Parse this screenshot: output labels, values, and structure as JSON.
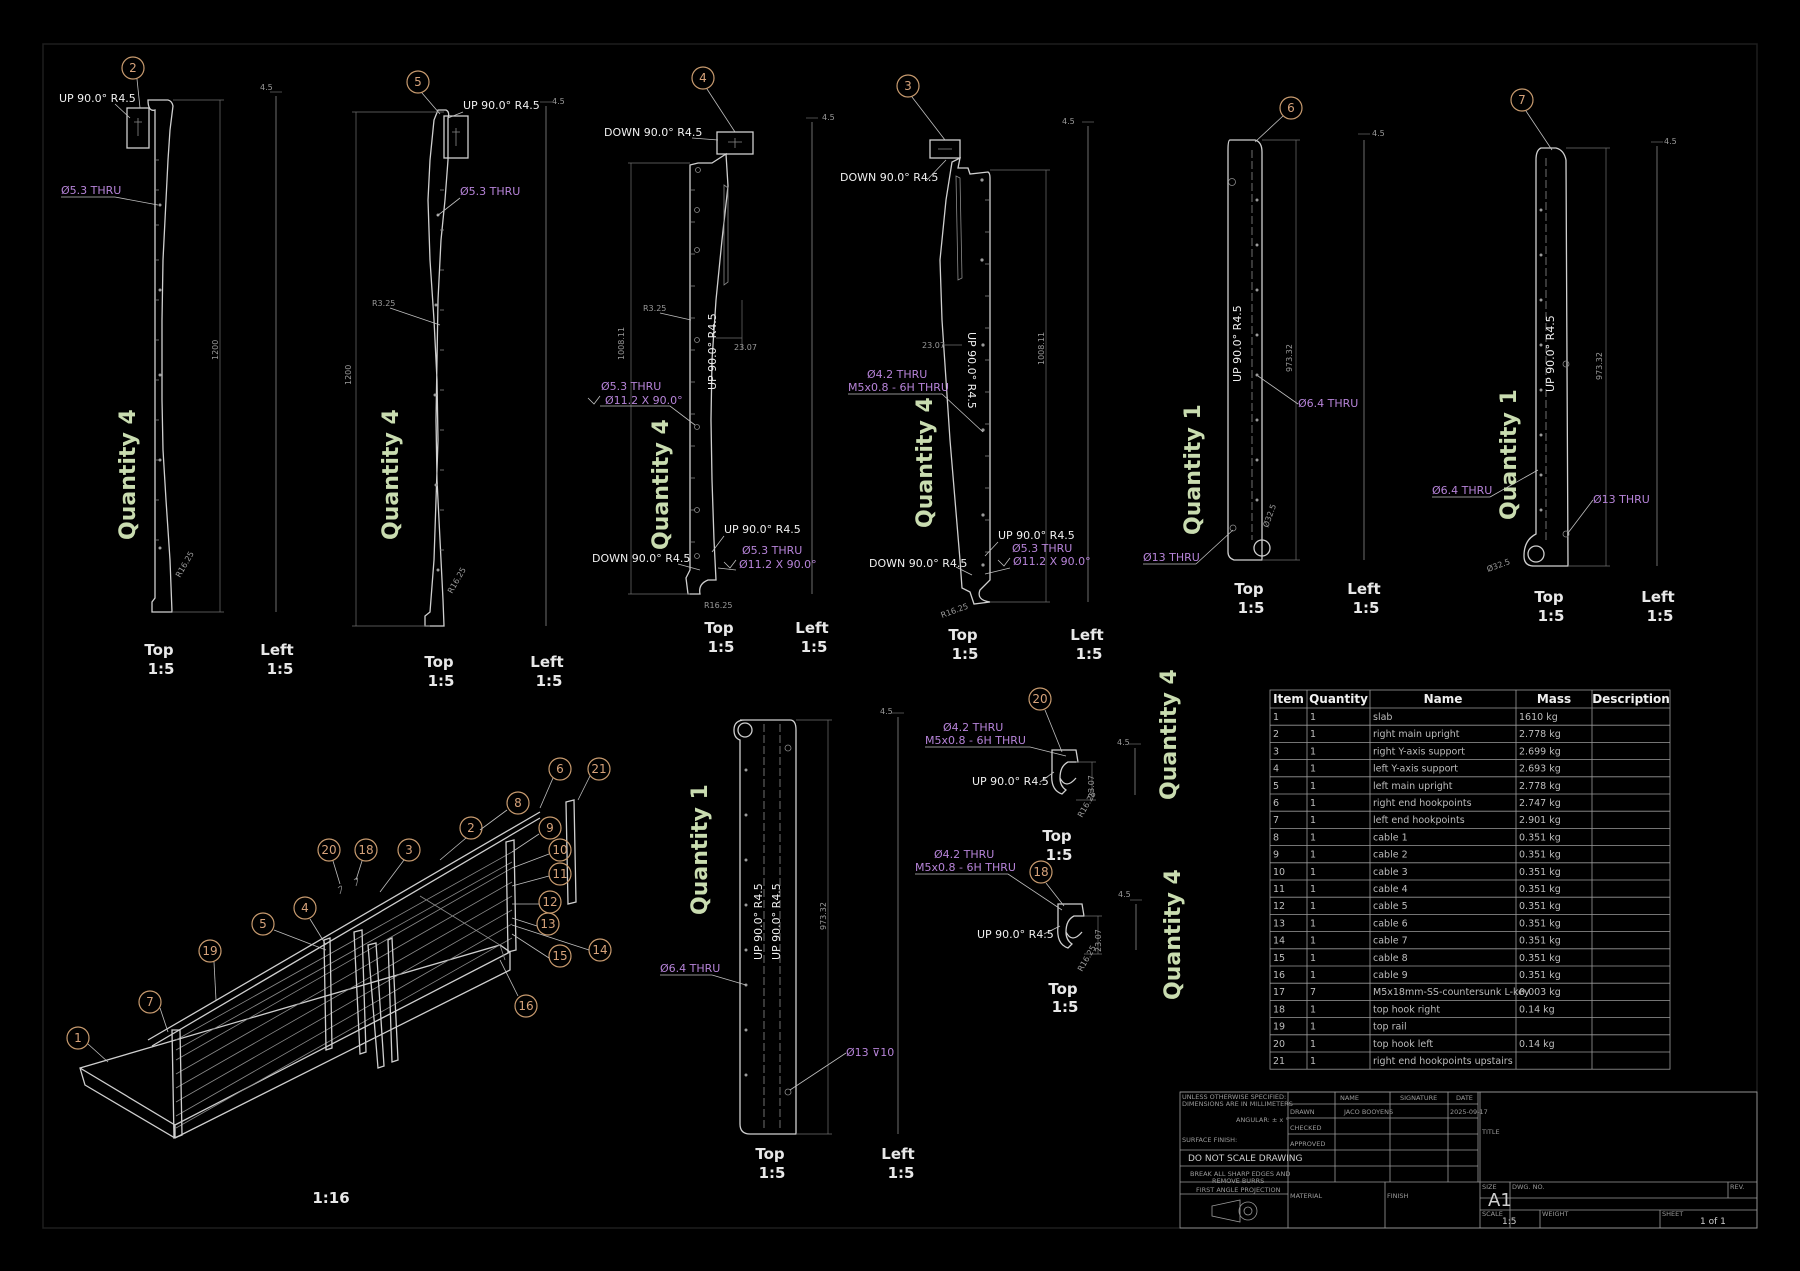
{
  "views": {
    "v2": {
      "balloon": "2",
      "top": "Top",
      "left": "Left",
      "scale": "1:5",
      "qty": "Quantity 4",
      "bend": "UP 90.0° R4.5",
      "hole": "Ø5.3 THRU",
      "dim_h": "1200",
      "dim_t": "4.5",
      "rad": "R16.25"
    },
    "v5": {
      "balloon": "5",
      "top": "Top",
      "left": "Left",
      "scale": "1:5",
      "qty": "Quantity 4",
      "bend": "UP 90.0° R4.5",
      "hole": "Ø5.3 THRU",
      "dim_h": "1200",
      "dim_t": "4.5",
      "rad": "R16.25",
      "rad2": "R3.25"
    },
    "v4": {
      "balloon": "4",
      "top": "Top",
      "left": "Left",
      "scale": "1:5",
      "qty": "Quantity 4",
      "bend_top": "DOWN 90.0° R4.5",
      "bend_mid": "UP 90.0° R4.5",
      "bend_low_up": "UP 90.0° R4.5",
      "bend_low_down": "DOWN 90.0° R4.5",
      "hole_a": "Ø5.3 THRU",
      "csk_a": "Ø11.2 X 90.0°",
      "hole_b": "Ø5.3 THRU",
      "csk_b": "Ø11.2 X 90.0°",
      "dim_h": "1008.11",
      "dim_w": "23.07",
      "dim_t": "4.5",
      "rad": "R16.25",
      "rad2": "R3.25"
    },
    "v3": {
      "balloon": "3",
      "top": "Top",
      "left": "Left",
      "scale": "1:5",
      "qty": "Quantity 4",
      "bend_top": "DOWN 90.0° R4.5",
      "bend_mid": "UP 90.0° R4.5",
      "bend_low_up": "UP 90.0° R4.5",
      "bend_low_down": "DOWN 90.0° R4.5",
      "hole_a": "Ø4.2 THRU",
      "tap_a": "M5x0.8 - 6H THRU",
      "hole_b": "Ø5.3 THRU",
      "csk_b": "Ø11.2 X 90.0°",
      "dim_h": "1008.11",
      "dim_w": "23.07",
      "dim_t": "4.5",
      "rad": "R16.25"
    },
    "v6": {
      "balloon": "6",
      "top": "Top",
      "left": "Left",
      "scale": "1:5",
      "qty": "Quantity 1",
      "bend": "UP 90.0° R4.5",
      "hole_a": "Ø6.4 THRU",
      "hole_b": "Ø13 THRU",
      "dim_h": "973.32",
      "dim_t": "4.5",
      "dia": "Ø32.5"
    },
    "v7": {
      "balloon": "7",
      "top": "Top",
      "left": "Left",
      "scale": "1:5",
      "qty": "Quantity 1",
      "bend": "UP 90.0° R4.5",
      "hole_a": "Ø6.4 THRU",
      "hole_b": "Ø13 THRU",
      "dim_h": "973.32",
      "dim_t": "4.5",
      "dia": "Ø32.5"
    },
    "v21": {
      "top": "Top",
      "left": "Left",
      "scale": "1:5",
      "qty": "Quantity 1",
      "bend_a": "UP 90.0° R4.5",
      "bend_b": "UP 90.0° R4.5",
      "hole_a": "Ø6.4 THRU",
      "hole_b": "Ø13 ⊽10",
      "dim_h": "973.32",
      "dim_t": "4.5"
    },
    "v20": {
      "balloon": "20",
      "top": "Top",
      "scale": "1:5",
      "qty": "Quantity 4",
      "hole": "Ø4.2 THRU",
      "tap": "M5x0.8 - 6H THRU",
      "bend": "UP 90.0° R4.5",
      "dim_w": "23.07",
      "dim_t": "4.5",
      "rad": "R16.25"
    },
    "v18": {
      "balloon": "18",
      "top": "Top",
      "scale": "1:5",
      "qty": "Quantity 4",
      "hole": "Ø4.2 THRU",
      "tap": "M5x0.8 - 6H THRU",
      "bend": "UP 90.0° R4.5",
      "dim_w": "23.07",
      "dim_t": "4.5",
      "rad": "R16.25"
    },
    "iso": {
      "scale": "1:16",
      "balloons": [
        "1",
        "7",
        "19",
        "5",
        "4",
        "20",
        "18",
        "3",
        "2",
        "8",
        "6",
        "21",
        "9",
        "10",
        "11",
        "12",
        "13",
        "15",
        "14",
        "16"
      ]
    }
  },
  "bom": {
    "headers": [
      "Item",
      "Quantity",
      "Name",
      "Mass",
      "Description"
    ],
    "rows": [
      [
        "1",
        "1",
        "slab",
        "1610 kg",
        ""
      ],
      [
        "2",
        "1",
        "right main upright",
        "2.778 kg",
        ""
      ],
      [
        "3",
        "1",
        "right Y-axis support",
        "2.699 kg",
        ""
      ],
      [
        "4",
        "1",
        "left Y-axis support",
        "2.693 kg",
        ""
      ],
      [
        "5",
        "1",
        "left main upright",
        "2.778 kg",
        ""
      ],
      [
        "6",
        "1",
        "right end hookpoints",
        "2.747 kg",
        ""
      ],
      [
        "7",
        "1",
        "left end hookpoints",
        "2.901 kg",
        ""
      ],
      [
        "8",
        "1",
        "cable 1",
        "0.351 kg",
        ""
      ],
      [
        "9",
        "1",
        "cable 2",
        "0.351 kg",
        ""
      ],
      [
        "10",
        "1",
        "cable 3",
        "0.351 kg",
        ""
      ],
      [
        "11",
        "1",
        "cable 4",
        "0.351 kg",
        ""
      ],
      [
        "12",
        "1",
        "cable 5",
        "0.351 kg",
        ""
      ],
      [
        "13",
        "1",
        "cable 6",
        "0.351 kg",
        ""
      ],
      [
        "14",
        "1",
        "cable 7",
        "0.351 kg",
        ""
      ],
      [
        "15",
        "1",
        "cable 8",
        "0.351 kg",
        ""
      ],
      [
        "16",
        "1",
        "cable 9",
        "0.351 kg",
        ""
      ],
      [
        "17",
        "7",
        "M5x18mm-SS-countersunk L-key",
        "0.003 kg",
        ""
      ],
      [
        "18",
        "1",
        "top hook right",
        "0.14 kg",
        ""
      ],
      [
        "19",
        "1",
        "top rail",
        "",
        ""
      ],
      [
        "20",
        "1",
        "top hook left",
        "0.14 kg",
        ""
      ],
      [
        "21",
        "1",
        "right end hookpoints upstairs",
        "",
        ""
      ]
    ]
  },
  "title_block": {
    "note1": "UNLESS OTHERWISE SPECIFIED:",
    "note2": "DIMENSIONS ARE IN MILLIMETERS",
    "angular": "ANGULAR: ± x °",
    "surface": "SURFACE FINISH:",
    "noscale": "DO NOT SCALE DRAWING",
    "burrs1": "BREAK ALL SHARP EDGES AND",
    "burrs2": "REMOVE BURRS",
    "projection": "FIRST ANGLE PROJECTION",
    "col_name": "NAME",
    "col_sig": "SIGNATURE",
    "col_date": "DATE",
    "drawn": "DRAWN",
    "checked": "CHECKED",
    "approved": "APPROVED",
    "drawn_name": "JACO BOOYENS",
    "drawn_date": "2025-09-17",
    "material": "MATERIAL",
    "finish": "FINISH",
    "title": "TITLE",
    "size_lbl": "SIZE",
    "size": "A1",
    "dwg": "DWG. NO.",
    "rev": "REV.",
    "scale_lbl": "SCALE",
    "scale": "1:5",
    "weight": "WEIGHT",
    "sheet_lbl": "SHEET",
    "sheet": "1 of 1"
  }
}
